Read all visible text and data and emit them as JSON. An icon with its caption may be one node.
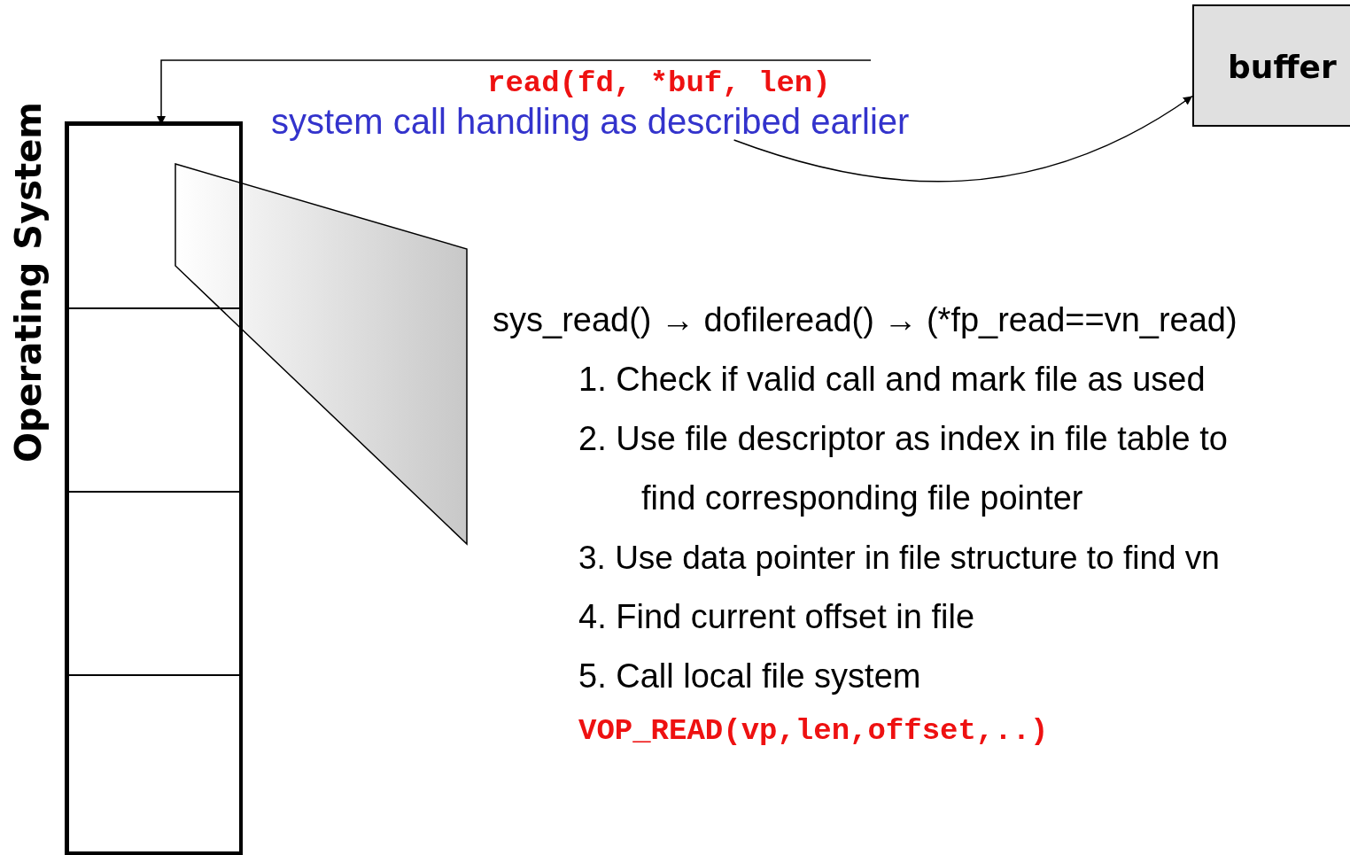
{
  "diagram": {
    "nodes": [
      {
        "text": [
          "Operating System"
        ]
      },
      {
        "text": [],
        "shape": "box",
        "in": 0
      },
      {
        "text": [],
        "shape": "box",
        "in": 0
      },
      {
        "text": [],
        "shape": "box",
        "in": 0
      },
      {
        "text": [],
        "shape": "box",
        "in": 0
      },
      {
        "text": [
          "system call handling as described earlier"
        ]
      },
      {
        "text": [
          "buffer"
        ]
      }
    ],
    "edges": [
      {
        "from": null,
        "to": 1,
        "arrow": "to",
        "label": "read(fd, *buf, len)"
      },
      {
        "from": 5,
        "to": 6,
        "arrow": "to"
      }
    ],
    "labels": [
      "sys_read() → dofileread() → (*fp_read==vn_read)",
      "1. Check if valid call and mark file as used",
      "2. Use file descriptor as index in file table to find corresponding file pointer",
      "3. Use data pointer in file structure to find vn",
      "4. Find current offset in file",
      "5. Call local file system",
      "VOP_READ(vp,len,offset,..)"
    ]
  }
}
